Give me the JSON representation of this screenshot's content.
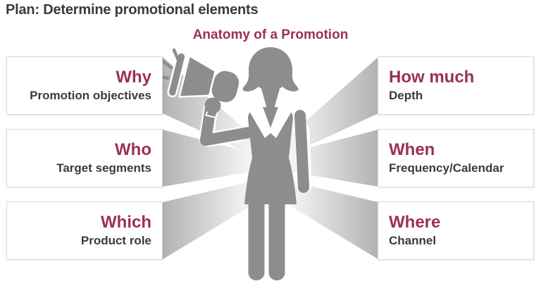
{
  "title": "Plan: Determine promotional elements",
  "subtitle": "Anatomy of a Promotion",
  "figure": {
    "description": "gray silhouette of a woman holding a megaphone",
    "icons": [
      "megaphone-icon",
      "sound-rays-icon",
      "woman-silhouette"
    ]
  },
  "boxes": {
    "left": [
      {
        "keyword": "Why",
        "label": "Promotion objectives"
      },
      {
        "keyword": "Who",
        "label": "Target segments"
      },
      {
        "keyword": "Which",
        "label": "Product role"
      }
    ],
    "right": [
      {
        "keyword": "How much",
        "label": "Depth"
      },
      {
        "keyword": "When",
        "label": "Frequency/Calendar"
      },
      {
        "keyword": "Where",
        "label": "Channel"
      }
    ]
  },
  "colors": {
    "accent": "#9c3150",
    "text": "#3b3b3b",
    "figure": "#8d8d8d",
    "beam": "#b2b2b2",
    "box_border": "#d9d9d9",
    "background": "#ffffff"
  }
}
